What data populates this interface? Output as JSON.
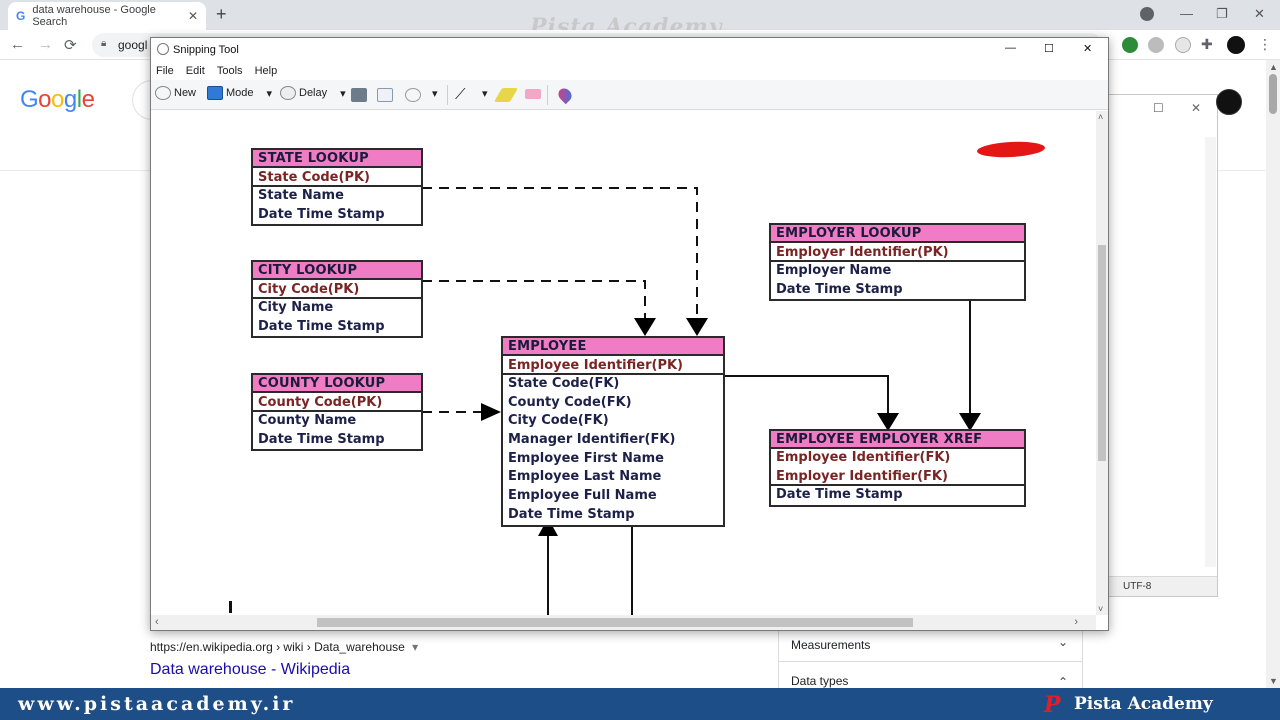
{
  "browser": {
    "tab_title": "data warehouse - Google Search",
    "tab_close": "✕",
    "new_tab": "+",
    "omnibox_text": "googl",
    "watermark": "Pista Academy",
    "window_controls": {
      "minimize": "—",
      "maximize": "❐",
      "close": "✕"
    }
  },
  "google": {
    "logo_letters": [
      "G",
      "o",
      "o",
      "g",
      "l",
      "e"
    ],
    "logo_colors": [
      "#4285f4",
      "#ea4335",
      "#fbbc05",
      "#4285f4",
      "#34a853",
      "#ea4335"
    ],
    "result": {
      "url": "https://en.wikipedia.org › wiki › Data_warehouse",
      "url_caret": "▾",
      "title": "Data warehouse - Wikipedia"
    },
    "side_panel": [
      {
        "label": "Measurements",
        "chevron": "⌄"
      },
      {
        "label": "Data types",
        "chevron": "⌃"
      }
    ]
  },
  "notepad": {
    "status": "UTF-8",
    "controls": {
      "maximize": "☐",
      "close": "✕"
    }
  },
  "snipping_tool": {
    "title": "Snipping Tool",
    "window_controls": {
      "minimize": "—",
      "maximize": "☐",
      "close": "✕"
    },
    "menu": [
      "File",
      "Edit",
      "Tools",
      "Help"
    ],
    "toolbar": {
      "new_label": "New",
      "mode_label": "Mode",
      "delay_label": "Delay",
      "dropdown": "▾"
    },
    "scroll_arrows": {
      "up": "˄",
      "down": "˅",
      "left": "‹",
      "right": "›"
    }
  },
  "er_diagram": {
    "state_lookup": {
      "title": "STATE LOOKUP",
      "pk": "State Code(PK)",
      "rows": [
        "State Name",
        "Date Time Stamp"
      ]
    },
    "city_lookup": {
      "title": "CITY LOOKUP",
      "pk": "City Code(PK)",
      "rows": [
        "City Name",
        "Date Time Stamp"
      ]
    },
    "county_lookup": {
      "title": "COUNTY LOOKUP",
      "pk": "County Code(PK)",
      "rows": [
        "County Name",
        "Date Time Stamp"
      ]
    },
    "employee": {
      "title": "EMPLOYEE",
      "pk": "Employee Identifier(PK)",
      "rows": [
        "State Code(FK)",
        "County Code(FK)",
        "City Code(FK)",
        "Manager Identifier(FK)",
        "Employee First Name",
        "Employee Last Name",
        "Employee Full Name",
        "Date Time Stamp"
      ]
    },
    "employer_lookup": {
      "title": "EMPLOYER LOOKUP",
      "pk": "Employer Identifier(PK)",
      "rows": [
        "Employer Name",
        "Date Time Stamp"
      ]
    },
    "employee_employer_xref": {
      "title": "EMPLOYEE EMPLOYER XREF",
      "fk_rows": [
        "Employee Identifier(FK)",
        "Employer Identifier(FK)"
      ],
      "rows": [
        "Date Time Stamp"
      ]
    }
  },
  "brand": {
    "url": "www.pistaacademy.ir",
    "name": "Pista Academy",
    "logo_letter": "P",
    "bar_color": "#1d4e87"
  }
}
